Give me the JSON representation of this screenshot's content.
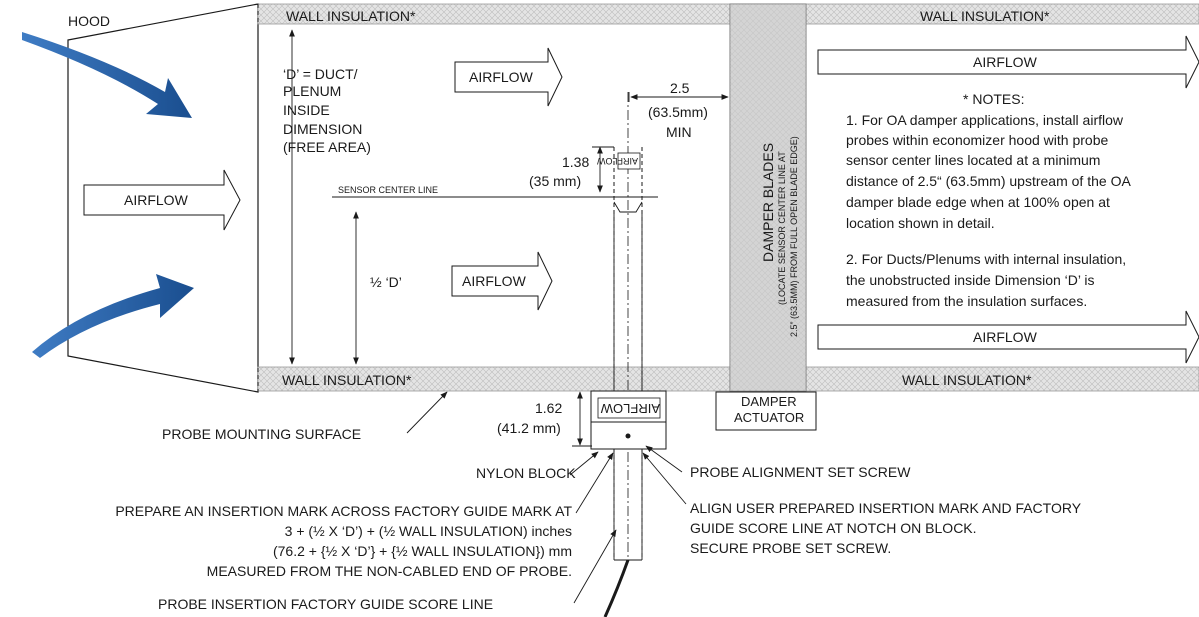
{
  "labels": {
    "hood": "HOOD",
    "wall_insulation": "WALL INSULATION*",
    "duct_dim": [
      "‘D’ = DUCT/",
      "PLENUM",
      "INSIDE",
      "DIMENSION",
      "(FREE AREA)"
    ],
    "airflow": "AIRFLOW",
    "sensor_center_line": "SENSOR CENTER LINE",
    "half_d": "½ ‘D’",
    "dim_138": [
      "1.38",
      "(35 mm)"
    ],
    "dim_25": [
      "2.5",
      "(63.5mm)",
      "MIN"
    ],
    "damper_blades": "DAMPER BLADES",
    "damper_sub1": "(LOCATE SENSOR CENTER LINE AT",
    "damper_sub2": "2.5” (63.5MM) FROM FULL OPEN BLADE EDGE)",
    "damper_actuator": [
      "DAMPER",
      "ACTUATOR"
    ],
    "dim_162": [
      "1.62",
      "(41.2 mm)"
    ],
    "probe_mounting_surface": "PROBE MOUNTING SURFACE",
    "nylon_block": "NYLON BLOCK",
    "probe_alignment_set_screw": "PROBE ALIGNMENT SET SCREW",
    "prepare_mark": [
      "PREPARE AN INSERTION MARK ACROSS FACTORY GUIDE MARK AT",
      "3 + (½ X ‘D’) + (½ WALL INSULATION) inches",
      "(76.2 + {½ X ‘D’} + {½ WALL INSULATION}) mm",
      "MEASURED FROM THE NON-CABLED END OF PROBE."
    ],
    "align_mark": [
      "ALIGN USER PREPARED INSERTION MARK AND FACTORY",
      "GUIDE SCORE LINE AT NOTCH ON BLOCK.",
      "SECURE PROBE SET SCREW."
    ],
    "factory_guide": "PROBE INSERTION FACTORY GUIDE SCORE LINE",
    "notes_title": "* NOTES:",
    "notes": [
      "1. For OA damper applications, install airflow",
      "probes within economizer hood with probe",
      "sensor center lines located at a minimum",
      "distance of 2.5“ (63.5mm) upstream of the OA",
      "damper blade edge when at 100% open at",
      "location shown in detail.",
      "",
      "2. For Ducts/Plenums with internal insulation,",
      "the unobstructed inside Dimension ‘D’ is",
      "measured from the  insulation surfaces."
    ]
  },
  "colors": {
    "curved_arrow": "#1f5aa0",
    "insulation": "#dcdcdc",
    "damper": "#c8c8c8",
    "line": "#1a1a1a"
  }
}
